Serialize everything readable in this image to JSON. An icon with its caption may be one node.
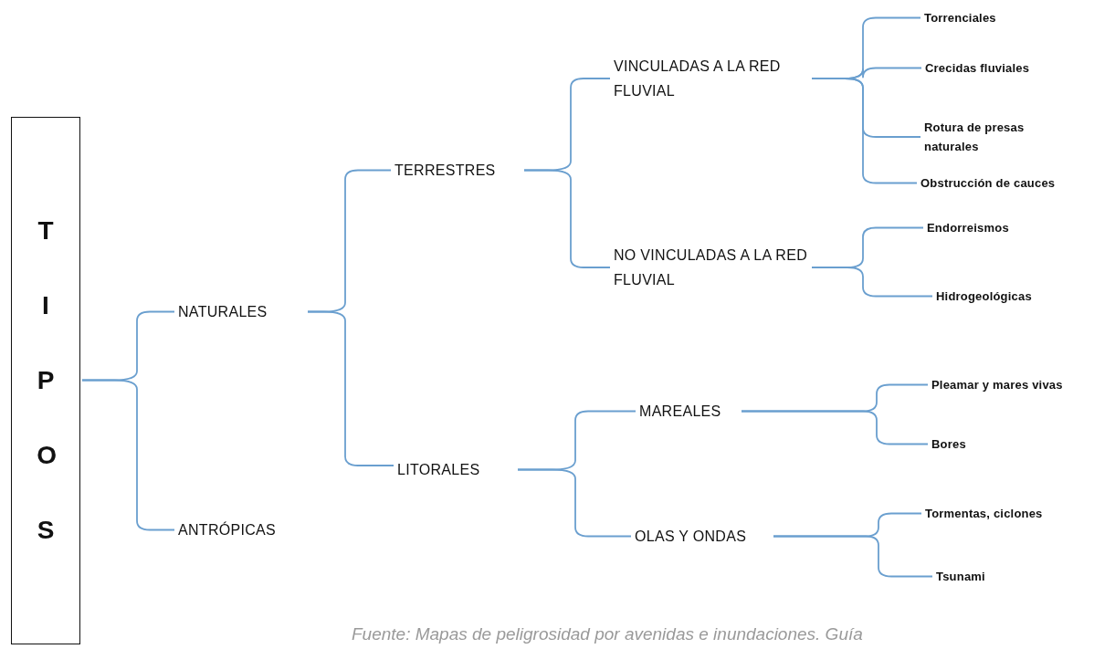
{
  "diagram": {
    "caption": "Fuente: Mapas de peligrosidad por avenidas e inundaciones. Guía",
    "nodes": [
      {
        "text": [
          "TIPOS"
        ]
      },
      {
        "text": [
          "NATURALES"
        ]
      },
      {
        "text": [
          "ANTRÓPICAS"
        ]
      },
      {
        "text": [
          "TERRESTRES"
        ]
      },
      {
        "text": [
          "LITORALES"
        ]
      },
      {
        "text": [
          "VINCULADAS A LA RED FLUVIAL"
        ]
      },
      {
        "text": [
          "NO VINCULADAS A LA RED FLUVIAL"
        ]
      },
      {
        "text": [
          "MAREALES"
        ]
      },
      {
        "text": [
          "OLAS Y ONDAS"
        ]
      },
      {
        "text": [
          "Torrenciales"
        ]
      },
      {
        "text": [
          "Crecidas fluviales"
        ]
      },
      {
        "text": [
          "Rotura de presas naturales"
        ]
      },
      {
        "text": [
          "Obstrucción de cauces"
        ]
      },
      {
        "text": [
          "Endorreismos"
        ]
      },
      {
        "text": [
          "Hidrogeológicas"
        ]
      },
      {
        "text": [
          "Pleamar y mares vivas"
        ]
      },
      {
        "text": [
          "Bores"
        ]
      },
      {
        "text": [
          "Tormentas, ciclones"
        ]
      },
      {
        "text": [
          "Tsunami"
        ]
      }
    ],
    "edges": [
      {
        "from": 0,
        "to": 1,
        "arrow": "none"
      },
      {
        "from": 0,
        "to": 2,
        "arrow": "none"
      },
      {
        "from": 1,
        "to": 3,
        "arrow": "none"
      },
      {
        "from": 1,
        "to": 4,
        "arrow": "none"
      },
      {
        "from": 3,
        "to": 5,
        "arrow": "none"
      },
      {
        "from": 3,
        "to": 6,
        "arrow": "none"
      },
      {
        "from": 4,
        "to": 7,
        "arrow": "none"
      },
      {
        "from": 4,
        "to": 8,
        "arrow": "none"
      },
      {
        "from": 5,
        "to": 9,
        "arrow": "none"
      },
      {
        "from": 5,
        "to": 10,
        "arrow": "none"
      },
      {
        "from": 5,
        "to": 11,
        "arrow": "none"
      },
      {
        "from": 5,
        "to": 12,
        "arrow": "none"
      },
      {
        "from": 6,
        "to": 13,
        "arrow": "none"
      },
      {
        "from": 6,
        "to": 14,
        "arrow": "none"
      },
      {
        "from": 7,
        "to": 15,
        "arrow": "none"
      },
      {
        "from": 7,
        "to": 16,
        "arrow": "none"
      },
      {
        "from": 8,
        "to": 17,
        "arrow": "none"
      },
      {
        "from": 8,
        "to": 18,
        "arrow": "none"
      }
    ]
  }
}
